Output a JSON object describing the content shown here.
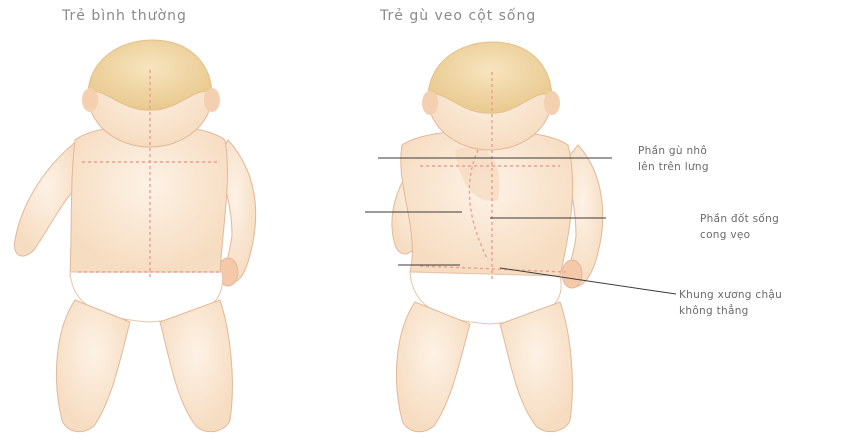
{
  "figure": {
    "left_title": "Trẻ bình thường",
    "right_title": "Trẻ gù veo cột sống"
  },
  "annotations": {
    "hump": {
      "line1": "Phần gù nhô",
      "line2": "lên trên lưng"
    },
    "spine": {
      "line1": "Phần đốt sống",
      "line2": "cong vẹo"
    },
    "pelvis": {
      "line1": "Khung xương chậu",
      "line2": "không thẳng"
    }
  },
  "colors": {
    "skin": "#fbe8d4",
    "skin_shade": "#f2cfae",
    "hair": "#f0d6a6",
    "outline": "#d9a98a",
    "guide_line": "#e8a090",
    "leader_line": "#333333"
  }
}
